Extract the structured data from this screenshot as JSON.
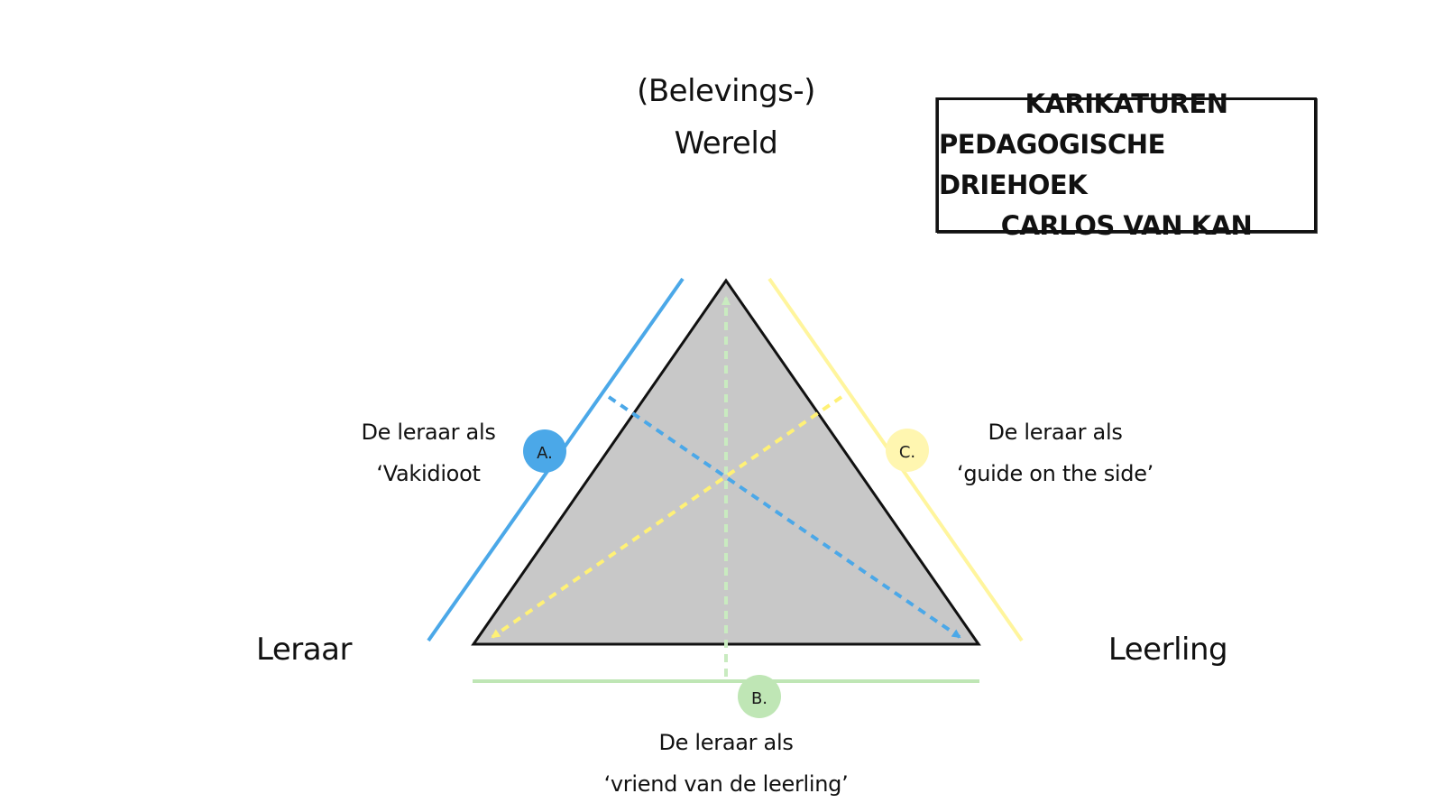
{
  "title": {
    "line1": "KARIKATUREN",
    "line2": "PEDAGOGISCHE DRIEHOEK",
    "line3": "CARLOS VAN KAN"
  },
  "vertices": {
    "top_line1": "(Belevings-)",
    "top_line2": "Wereld",
    "left": "Leraar",
    "right": "Leerling"
  },
  "roles": {
    "a": {
      "marker": "A.",
      "line1": "De leraar als",
      "line2": "‘Vakidioot",
      "color": "#4BA8E8"
    },
    "b": {
      "marker": "B.",
      "line1": "De leraar als",
      "line2": "‘vriend van de leerling’",
      "color": "#BFE6B5"
    },
    "c": {
      "marker": "C.",
      "line1": "De leraar als",
      "line2": "‘guide on the side’",
      "color": "#FFF6B0"
    }
  },
  "colors": {
    "triangle_fill": "#C8C8C8",
    "triangle_stroke": "#111111",
    "line_a": "#4BA8E8",
    "line_b": "#BFE6B5",
    "line_c": "#FFF59D"
  }
}
